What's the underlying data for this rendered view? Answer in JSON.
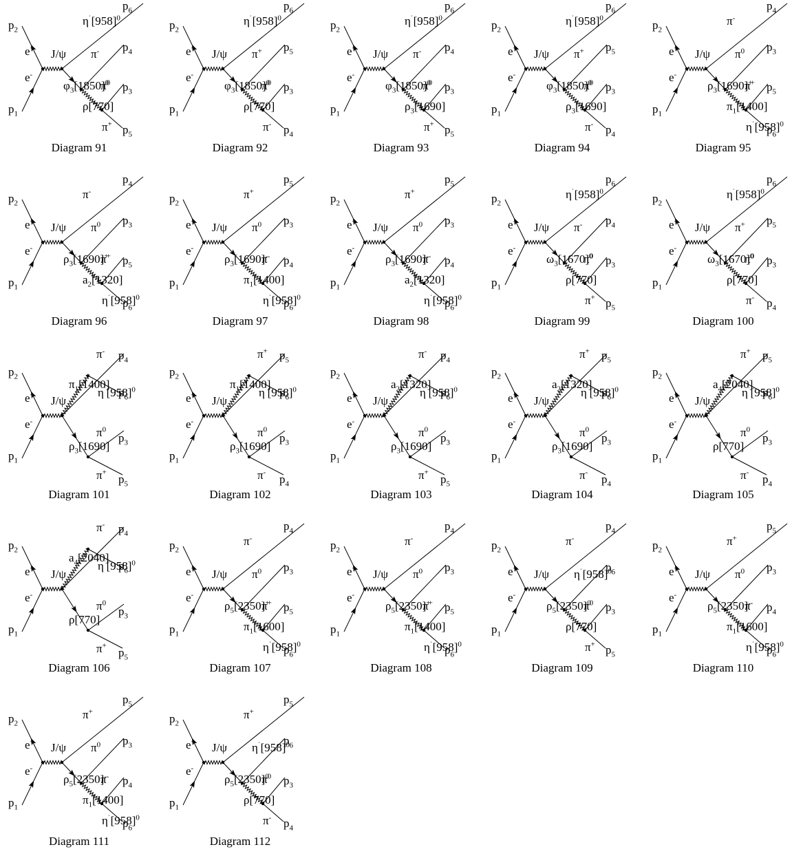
{
  "diagrams": [
    {
      "caption": "Diagram 91",
      "topology": "A",
      "p_in_top": "p2",
      "p_in_bot": "p1",
      "e_top": "e+",
      "e_bot": "e-",
      "boson": "J/ψ",
      "out": [
        "η'[958]0",
        "π-",
        "φ3[1850]0",
        "π0",
        "ρ[770]",
        "π+"
      ],
      "p_out": [
        "p6",
        "p4",
        "p3",
        "p5"
      ]
    },
    {
      "caption": "Diagram 92",
      "topology": "A",
      "p_in_top": "p2",
      "p_in_bot": "p1",
      "e_top": "e+",
      "e_bot": "e-",
      "boson": "J/ψ",
      "out": [
        "η'[958]0",
        "π+",
        "φ3[1850]0",
        "π0",
        "ρ[770]",
        "π-"
      ],
      "p_out": [
        "p6",
        "p5",
        "p3",
        "p4"
      ]
    },
    {
      "caption": "Diagram 93",
      "topology": "A",
      "p_in_top": "p2",
      "p_in_bot": "p1",
      "e_top": "e+",
      "e_bot": "e-",
      "boson": "J/ψ",
      "out": [
        "η'[958]0",
        "π-",
        "φ3[1850]0",
        "π0",
        "ρ3[1690]",
        "π+"
      ],
      "p_out": [
        "p6",
        "p4",
        "p3",
        "p5"
      ]
    },
    {
      "caption": "Diagram 94",
      "topology": "A",
      "p_in_top": "p2",
      "p_in_bot": "p1",
      "e_top": "e+",
      "e_bot": "e-",
      "boson": "J/ψ",
      "out": [
        "η'[958]0",
        "π+",
        "φ3[1850]0",
        "π0",
        "ρ3[1690]",
        "π-"
      ],
      "p_out": [
        "p6",
        "p5",
        "p3",
        "p4"
      ]
    },
    {
      "caption": "Diagram 95",
      "topology": "A",
      "p_in_top": "p2",
      "p_in_bot": "p1",
      "e_top": "e+",
      "e_bot": "e-",
      "boson": "J/ψ",
      "out": [
        "π-",
        "π0",
        "ρ3[1690]+",
        "π+",
        "π1[1400]",
        "η'[958]0"
      ],
      "p_out": [
        "p4",
        "p3",
        "p5",
        "p6"
      ]
    },
    {
      "caption": "Diagram 96",
      "topology": "A",
      "p_in_top": "p2",
      "p_in_bot": "p1",
      "e_top": "e+",
      "e_bot": "e-",
      "boson": "J/ψ",
      "out": [
        "π-",
        "π0",
        "ρ3[1690]+",
        "π+",
        "a2[1320]",
        "η'[958]0"
      ],
      "p_out": [
        "p4",
        "p3",
        "p5",
        "p6"
      ]
    },
    {
      "caption": "Diagram 97",
      "topology": "A",
      "p_in_top": "p2",
      "p_in_bot": "p1",
      "e_top": "e+",
      "e_bot": "e-",
      "boson": "J/ψ",
      "out": [
        "π+",
        "π0",
        "ρ3[1690]-",
        "π-",
        "π1[1400]",
        "η'[958]0"
      ],
      "p_out": [
        "p5",
        "p3",
        "p4",
        "p6"
      ]
    },
    {
      "caption": "Diagram 98",
      "topology": "A",
      "p_in_top": "p2",
      "p_in_bot": "p1",
      "e_top": "e+",
      "e_bot": "e-",
      "boson": "J/ψ",
      "out": [
        "π+",
        "π0",
        "ρ3[1690]-",
        "π-",
        "a2[1320]",
        "η'[958]0"
      ],
      "p_out": [
        "p5",
        "p3",
        "p4",
        "p6"
      ]
    },
    {
      "caption": "Diagram 99",
      "topology": "A",
      "p_in_top": "p2",
      "p_in_bot": "p1",
      "e_top": "e+",
      "e_bot": "e-",
      "boson": "J/ψ",
      "out": [
        "η'[958]0",
        "π-",
        "ω3[1670]0",
        "π0",
        "ρ[770]",
        "π+"
      ],
      "p_out": [
        "p6",
        "p4",
        "p3",
        "p5"
      ]
    },
    {
      "caption": "Diagram 100",
      "topology": "A",
      "p_in_top": "p2",
      "p_in_bot": "p1",
      "e_top": "e+",
      "e_bot": "e-",
      "boson": "J/ψ",
      "out": [
        "η'[958]0",
        "π+",
        "ω3[1670]0",
        "π0",
        "ρ[770]",
        "π-"
      ],
      "p_out": [
        "p6",
        "p5",
        "p3",
        "p4"
      ]
    },
    {
      "caption": "Diagram 101",
      "topology": "B",
      "p_in_top": "p2",
      "p_in_bot": "p1",
      "e_top": "e+",
      "e_bot": "e-",
      "boson": "J/ψ",
      "out": [
        "π-",
        "π1[1400]",
        "η'[958]0",
        "π0",
        "ρ3[1690]",
        "π+"
      ],
      "p_out": [
        "p4",
        "p6",
        "p3",
        "p5"
      ]
    },
    {
      "caption": "Diagram 102",
      "topology": "B",
      "p_in_top": "p2",
      "p_in_bot": "p1",
      "e_top": "e+",
      "e_bot": "e-",
      "boson": "J/ψ",
      "out": [
        "π+",
        "π1[1400]",
        "η'[958]0",
        "π0",
        "ρ3[1690]",
        "π-"
      ],
      "p_out": [
        "p5",
        "p6",
        "p3",
        "p4"
      ]
    },
    {
      "caption": "Diagram 103",
      "topology": "B",
      "p_in_top": "p2",
      "p_in_bot": "p1",
      "e_top": "e+",
      "e_bot": "e-",
      "boson": "J/ψ",
      "out": [
        "π-",
        "a2[1320]",
        "η'[958]0",
        "π0",
        "ρ3[1690]",
        "π+"
      ],
      "p_out": [
        "p4",
        "p6",
        "p3",
        "p5"
      ]
    },
    {
      "caption": "Diagram 104",
      "topology": "B",
      "p_in_top": "p2",
      "p_in_bot": "p1",
      "e_top": "e+",
      "e_bot": "e-",
      "boson": "J/ψ",
      "out": [
        "π+",
        "a2[1320]",
        "η'[958]0",
        "π0",
        "ρ3[1690]",
        "π-"
      ],
      "p_out": [
        "p5",
        "p6",
        "p3",
        "p4"
      ]
    },
    {
      "caption": "Diagram 105",
      "topology": "B",
      "p_in_top": "p2",
      "p_in_bot": "p1",
      "e_top": "e+",
      "e_bot": "e-",
      "boson": "J/ψ",
      "out": [
        "π+",
        "a4[2040]",
        "η'[958]0",
        "π0",
        "ρ[770]",
        "π-"
      ],
      "p_out": [
        "p5",
        "p6",
        "p3",
        "p4"
      ]
    },
    {
      "caption": "Diagram 106",
      "topology": "B",
      "p_in_top": "p2",
      "p_in_bot": "p1",
      "e_top": "e+",
      "e_bot": "e-",
      "boson": "J/ψ",
      "out": [
        "π-",
        "a4[2040]",
        "η'[958]0",
        "π0",
        "ρ[770]",
        "π+"
      ],
      "p_out": [
        "p4",
        "p6",
        "p3",
        "p5"
      ]
    },
    {
      "caption": "Diagram 107",
      "topology": "A",
      "p_in_top": "p2",
      "p_in_bot": "p1",
      "e_top": "e+",
      "e_bot": "e-",
      "boson": "J/ψ",
      "out": [
        "π-",
        "π0",
        "ρ5[2350]+",
        "π+",
        "π1[1600]",
        "η'[958]0"
      ],
      "p_out": [
        "p4",
        "p3",
        "p5",
        "p6"
      ]
    },
    {
      "caption": "Diagram 108",
      "topology": "A",
      "p_in_top": "p2",
      "p_in_bot": "p1",
      "e_top": "e+",
      "e_bot": "e-",
      "boson": "J/ψ",
      "out": [
        "π-",
        "π0",
        "ρ5[2350]+",
        "π+",
        "π1[1400]",
        "η'[958]0"
      ],
      "p_out": [
        "p4",
        "p3",
        "p5",
        "p6"
      ]
    },
    {
      "caption": "Diagram 109",
      "topology": "A",
      "p_in_top": "p2",
      "p_in_bot": "p1",
      "e_top": "e+",
      "e_bot": "e-",
      "boson": "J/ψ",
      "out": [
        "π-",
        "η'[958]0",
        "ρ5[2350]0",
        "π0",
        "ρ[770]",
        "π+"
      ],
      "p_out": [
        "p4",
        "p6",
        "p3",
        "p5"
      ]
    },
    {
      "caption": "Diagram 110",
      "topology": "A",
      "p_in_top": "p2",
      "p_in_bot": "p1",
      "e_top": "e+",
      "e_bot": "e-",
      "boson": "J/ψ",
      "out": [
        "π+",
        "π0",
        "ρ5[2350]-",
        "π-",
        "π1[1600]",
        "η'[958]0"
      ],
      "p_out": [
        "p5",
        "p3",
        "p4",
        "p6"
      ]
    },
    {
      "caption": "Diagram 111",
      "topology": "A",
      "p_in_top": "p2",
      "p_in_bot": "p1",
      "e_top": "e+",
      "e_bot": "e-",
      "boson": "J/ψ",
      "out": [
        "π+",
        "π0",
        "ρ5[2350]-",
        "π-",
        "π1[1400]",
        "η'[958]0"
      ],
      "p_out": [
        "p5",
        "p3",
        "p4",
        "p6"
      ]
    },
    {
      "caption": "Diagram 112",
      "topology": "A",
      "p_in_top": "p2",
      "p_in_bot": "p1",
      "e_top": "e+",
      "e_bot": "e-",
      "boson": "J/ψ",
      "out": [
        "π+",
        "η'[958]0",
        "ρ5[2350]0",
        "π0",
        "ρ[770]",
        "π-"
      ],
      "p_out": [
        "p5",
        "p6",
        "p3",
        "p4"
      ]
    }
  ]
}
